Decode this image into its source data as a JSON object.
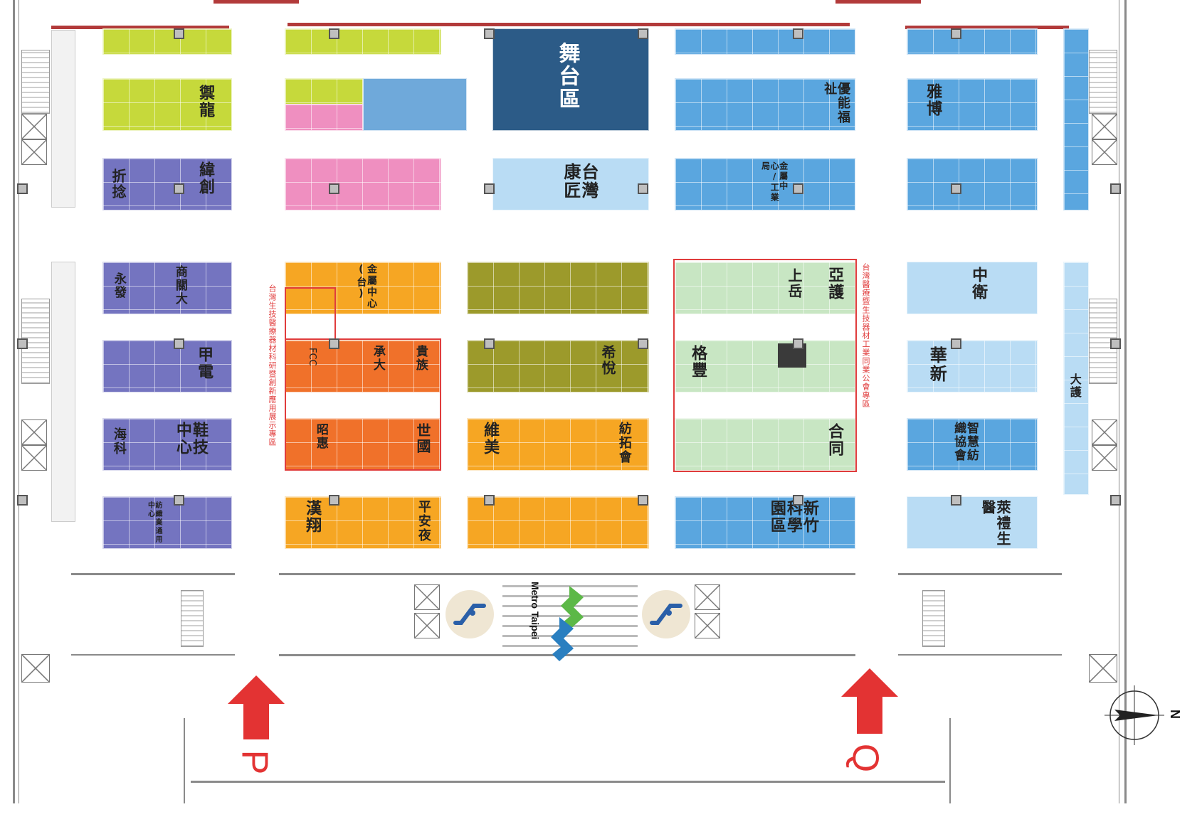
{
  "colors": {
    "lime": "#c6d93b",
    "purple": "#7474c0",
    "pink": "#ef8fc0",
    "orange": "#f6a623",
    "dark_orange": "#f0712a",
    "olive": "#9c9a2b",
    "navy": "#2c5b87",
    "blue": "#5aa6df",
    "light_blue": "#b9dcf4",
    "mid_blue": "#6fa9da",
    "light_green": "#c8e6c3",
    "red": "#e33333",
    "metro_green": "#5cb847",
    "metro_blue": "#2a7fc0"
  },
  "booths": {
    "b01": "禦龍",
    "b02": "緯創",
    "b03": "折捻",
    "b04": "商關大",
    "b05": "永發",
    "b06": "甲電",
    "b07": "鞋技中心",
    "b08": "海科",
    "b09": "紡織業通用中心",
    "b10": "金屬中心(台)",
    "b11": "承大",
    "b12": "貴族",
    "b13": "昭惠",
    "b14": "世國",
    "b15": "漢翔",
    "b16": "平安夜",
    "b17": "FCC",
    "b18": "希悅",
    "b19": "維美",
    "b20": "紡拓會",
    "b21": "舞台區",
    "b22": "台灣康匠",
    "b23": "亞護",
    "b24": "上岳",
    "b25": "格豐",
    "b26": "合同",
    "b27": "新竹科學園區",
    "b28": "金屬中心/工業局",
    "b29": "優能福祉",
    "b30": "雅博",
    "b31": "中衛",
    "b32": "華新",
    "b33": "智慧紡織協會",
    "b34": "萊禮生醫",
    "b35": "大護"
  },
  "annotations": {
    "left": "台灣生技醫療器材科研暨創新應用展示專區",
    "right": "台灣醫療暨生技器材工業同業公會專區"
  },
  "metro": {
    "name": "Metro Taipei"
  },
  "entrances": [
    {
      "letter": "P"
    },
    {
      "letter": "Q"
    }
  ],
  "compass": {
    "letter": "N"
  }
}
